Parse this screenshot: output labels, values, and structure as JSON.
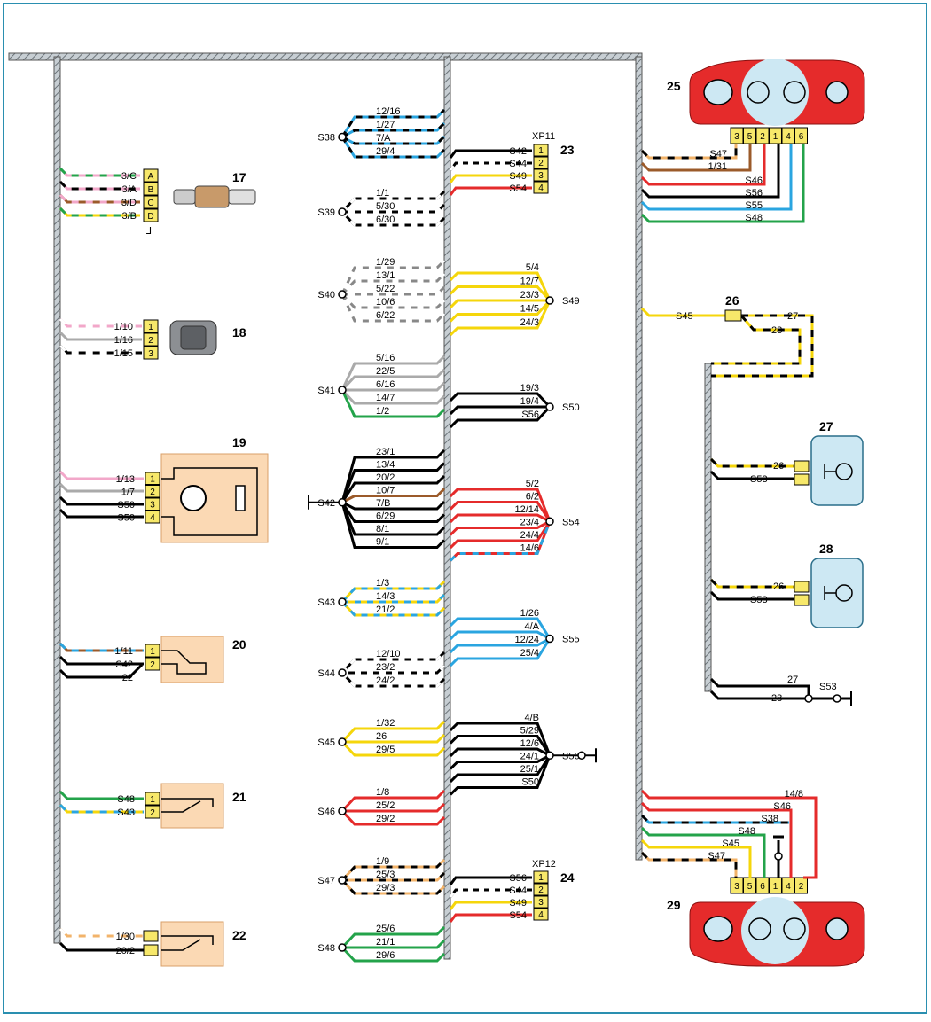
{
  "colors": {
    "frame": "#2a8fb0",
    "harness": "#b9c3c9",
    "pin": "#f7e86a",
    "connector_box": "#fbd9b4",
    "lamp_red": "#e52b2b",
    "lamp_blue": "#cde8f3"
  },
  "components": {
    "c17": "17",
    "c18": "18",
    "c19": "19",
    "c20": "20",
    "c21": "21",
    "c22": "22",
    "c23": "23",
    "c24": "24",
    "c25": "25",
    "c26": "26",
    "c27": "27",
    "c28": "28",
    "c29": "29"
  },
  "connectors": {
    "xp11": "XP11",
    "xp12": "XP12"
  },
  "splices": {
    "s38": "S38",
    "s39": "S39",
    "s40": "S40",
    "s41": "S41",
    "s42": "S42",
    "s43": "S43",
    "s44": "S44",
    "s45": "S45",
    "s46": "S46",
    "s47": "S47",
    "s48": "S48",
    "s49": "S49",
    "s50": "S50",
    "s54": "S54",
    "s55": "S55",
    "s56": "S56",
    "s53": "S53"
  },
  "pins17": [
    "A",
    "B",
    "C",
    "D"
  ],
  "wires17": [
    "3/C",
    "3/A",
    "3/D",
    "3/B"
  ],
  "wires18": [
    "1/10",
    "1/16",
    "1/15"
  ],
  "wires19": [
    "1/13",
    "1/7",
    "S50",
    "S50"
  ],
  "wires20": [
    "1/11",
    "S42",
    "22"
  ],
  "wires21": [
    "S48",
    "S43"
  ],
  "wires22": [
    "1/30",
    "20/2"
  ],
  "s38_wires": [
    "12/16",
    "1/27",
    "7/A",
    "29/4"
  ],
  "s39_wires": [
    "1/1",
    "5/30",
    "6/30"
  ],
  "s40_wires": [
    "1/29",
    "13/1",
    "5/22",
    "10/6",
    "6/22"
  ],
  "s41_wires": [
    "5/16",
    "22/5",
    "6/16",
    "14/7",
    "1/2"
  ],
  "s42_wires": [
    "23/1",
    "13/4",
    "20/2",
    "10/7",
    "7/B",
    "6/29",
    "8/1",
    "9/1"
  ],
  "s43_wires": [
    "1/3",
    "14/3",
    "21/2"
  ],
  "s44_wires": [
    "12/10",
    "23/2",
    "24/2"
  ],
  "s45_wires": [
    "1/32",
    "26",
    "29/5"
  ],
  "s46_wires": [
    "1/8",
    "25/2",
    "29/2"
  ],
  "s47_wires": [
    "1/9",
    "25/3",
    "29/3"
  ],
  "s48_wires": [
    "25/6",
    "21/1",
    "29/6"
  ],
  "s49_wires": [
    "5/4",
    "12/7",
    "23/3",
    "14/5",
    "24/3"
  ],
  "s50_wires": [
    "19/3",
    "19/4",
    "S56"
  ],
  "s54_wires": [
    "5/2",
    "6/2",
    "12/14",
    "23/4",
    "24/4",
    "14/6"
  ],
  "s55_wires": [
    "1/26",
    "4/A",
    "12/24",
    "25/4"
  ],
  "s56_wires": [
    "4/B",
    "5/29",
    "12/6",
    "24/1",
    "25/1",
    "S50"
  ],
  "xp11_wires": [
    "S42",
    "S44",
    "S49",
    "S54"
  ],
  "xp12_wires": [
    "S56",
    "S44",
    "S49",
    "S54"
  ],
  "pins4": [
    "1",
    "2",
    "3",
    "4"
  ],
  "pins3": [
    "1",
    "2",
    "3"
  ],
  "pins2": [
    "1",
    "2"
  ],
  "lamp_pins": [
    "3",
    "5",
    "2",
    "1",
    "4",
    "6"
  ],
  "lamp29_pins": [
    "3",
    "5",
    "6",
    "1",
    "4",
    "2"
  ],
  "wires25": [
    "S47",
    "1/31",
    "S46",
    "S56",
    "S55",
    "S48"
  ],
  "wires26": [
    "S45",
    "27",
    "28"
  ],
  "wires27": [
    "26",
    "S53"
  ],
  "wires28": [
    "26",
    "S53"
  ],
  "wires_bottom": [
    "27",
    "28"
  ],
  "wires29": [
    "14/8",
    "S46",
    "S38",
    "S48",
    "S45",
    "S47"
  ]
}
